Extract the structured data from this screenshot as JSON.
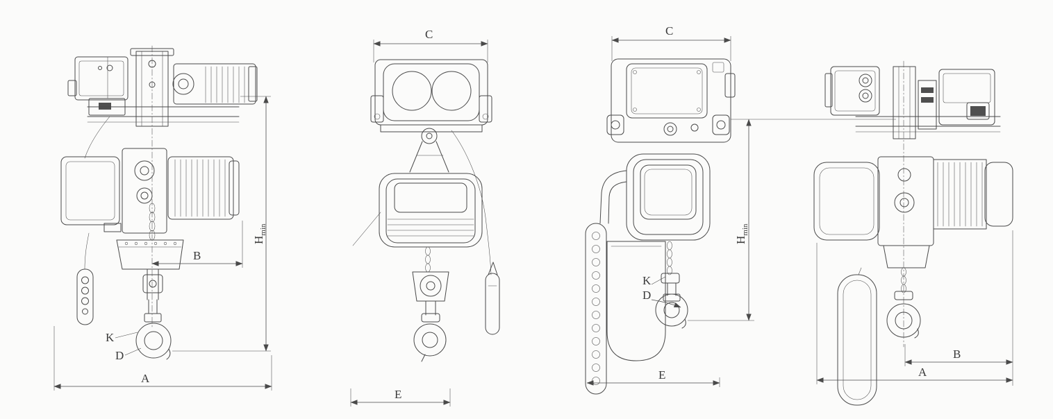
{
  "meta": {
    "type": "technical-dimension-drawing",
    "subject": "Electric chain hoist with motorized trolley — four orthographic views with dimension callouts",
    "background_color": "#fbfbfa",
    "line_color": "#4a4a4a",
    "text_color": "#3a3a3a"
  },
  "dims": {
    "A": "A",
    "B": "B",
    "C": "C",
    "D": "D",
    "E": "E",
    "K": "K",
    "H": "H",
    "min": "min"
  },
  "views": [
    {
      "id": "view-1",
      "description": "side view of hoist with trolley (left)",
      "visible_dimensions": [
        "A",
        "B",
        "Hmin",
        "K",
        "D"
      ]
    },
    {
      "id": "view-2",
      "description": "front view with pendant control cable",
      "visible_dimensions": [
        "C",
        "E"
      ]
    },
    {
      "id": "view-3",
      "description": "front view with chain container",
      "visible_dimensions": [
        "C",
        "Hmin",
        "K",
        "D",
        "E"
      ]
    },
    {
      "id": "view-4",
      "description": "side view of hoist with trolley (right)",
      "visible_dimensions": [
        "B",
        "A"
      ]
    }
  ]
}
